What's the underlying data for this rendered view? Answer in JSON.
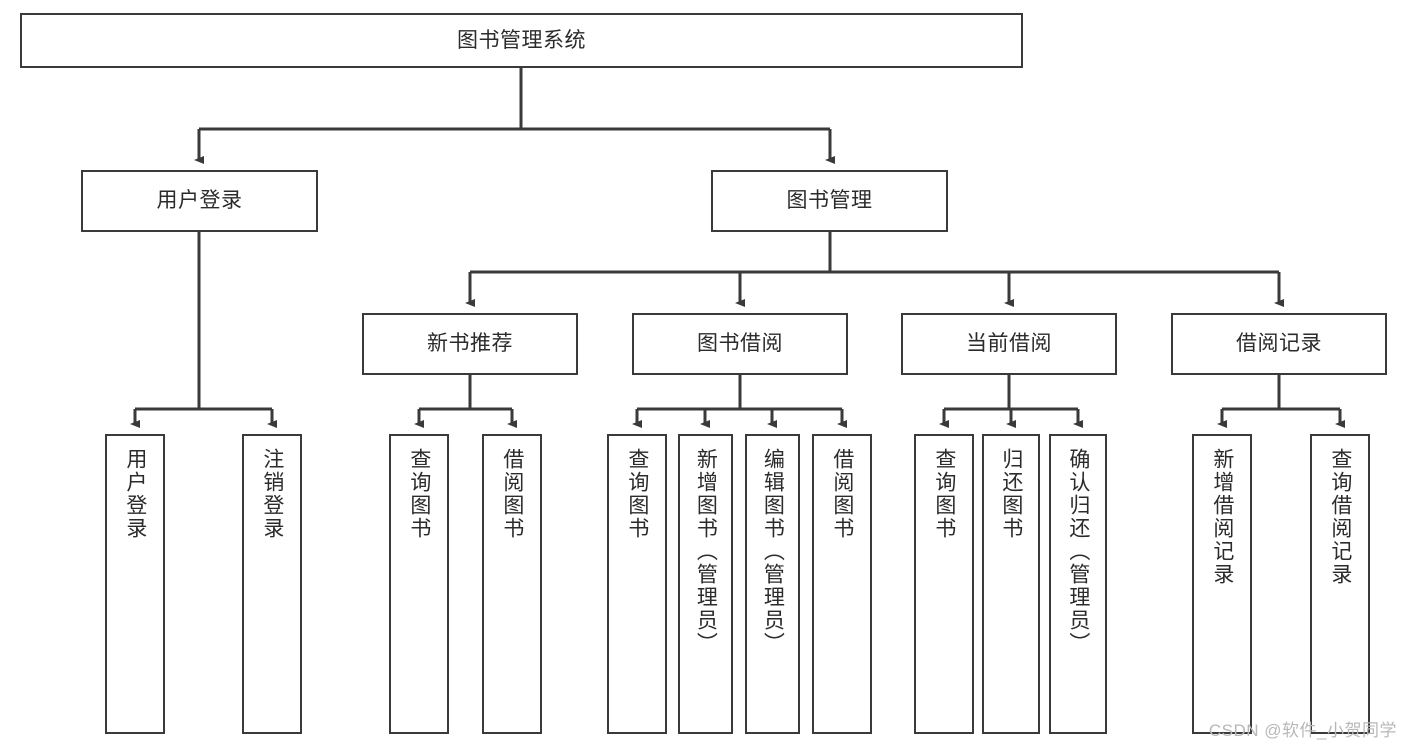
{
  "diagram": {
    "title": "图书管理系统",
    "type": "tree-hierarchy",
    "watermark": "CSDN @软件_小贺同学",
    "colors": {
      "box_border": "#3a3a3a",
      "box_fill": "#ffffff",
      "edge": "#3a3a3a",
      "text": "#2b2b2b",
      "watermark": "#b8b8b8"
    },
    "root": {
      "label": "图书管理系统"
    },
    "level2": [
      {
        "label": "用户登录"
      },
      {
        "label": "图书管理"
      }
    ],
    "level3": [
      {
        "label": "新书推荐"
      },
      {
        "label": "图书借阅"
      },
      {
        "label": "当前借阅"
      },
      {
        "label": "借阅记录"
      }
    ],
    "leaves": {
      "user_login": [
        {
          "label": "用户登录"
        },
        {
          "label": "注销登录"
        }
      ],
      "new_book_recommend": [
        {
          "label": "查询图书"
        },
        {
          "label": "借阅图书"
        }
      ],
      "book_borrow": [
        {
          "label": "查询图书"
        },
        {
          "label": "新增图书（管理员）"
        },
        {
          "label": "编辑图书（管理员）"
        },
        {
          "label": "借阅图书"
        }
      ],
      "current_borrow": [
        {
          "label": "查询图书"
        },
        {
          "label": "归还图书"
        },
        {
          "label": "确认归还（管理员）"
        }
      ],
      "borrow_record": [
        {
          "label": "新增借阅记录"
        },
        {
          "label": "查询借阅记录"
        }
      ]
    }
  }
}
